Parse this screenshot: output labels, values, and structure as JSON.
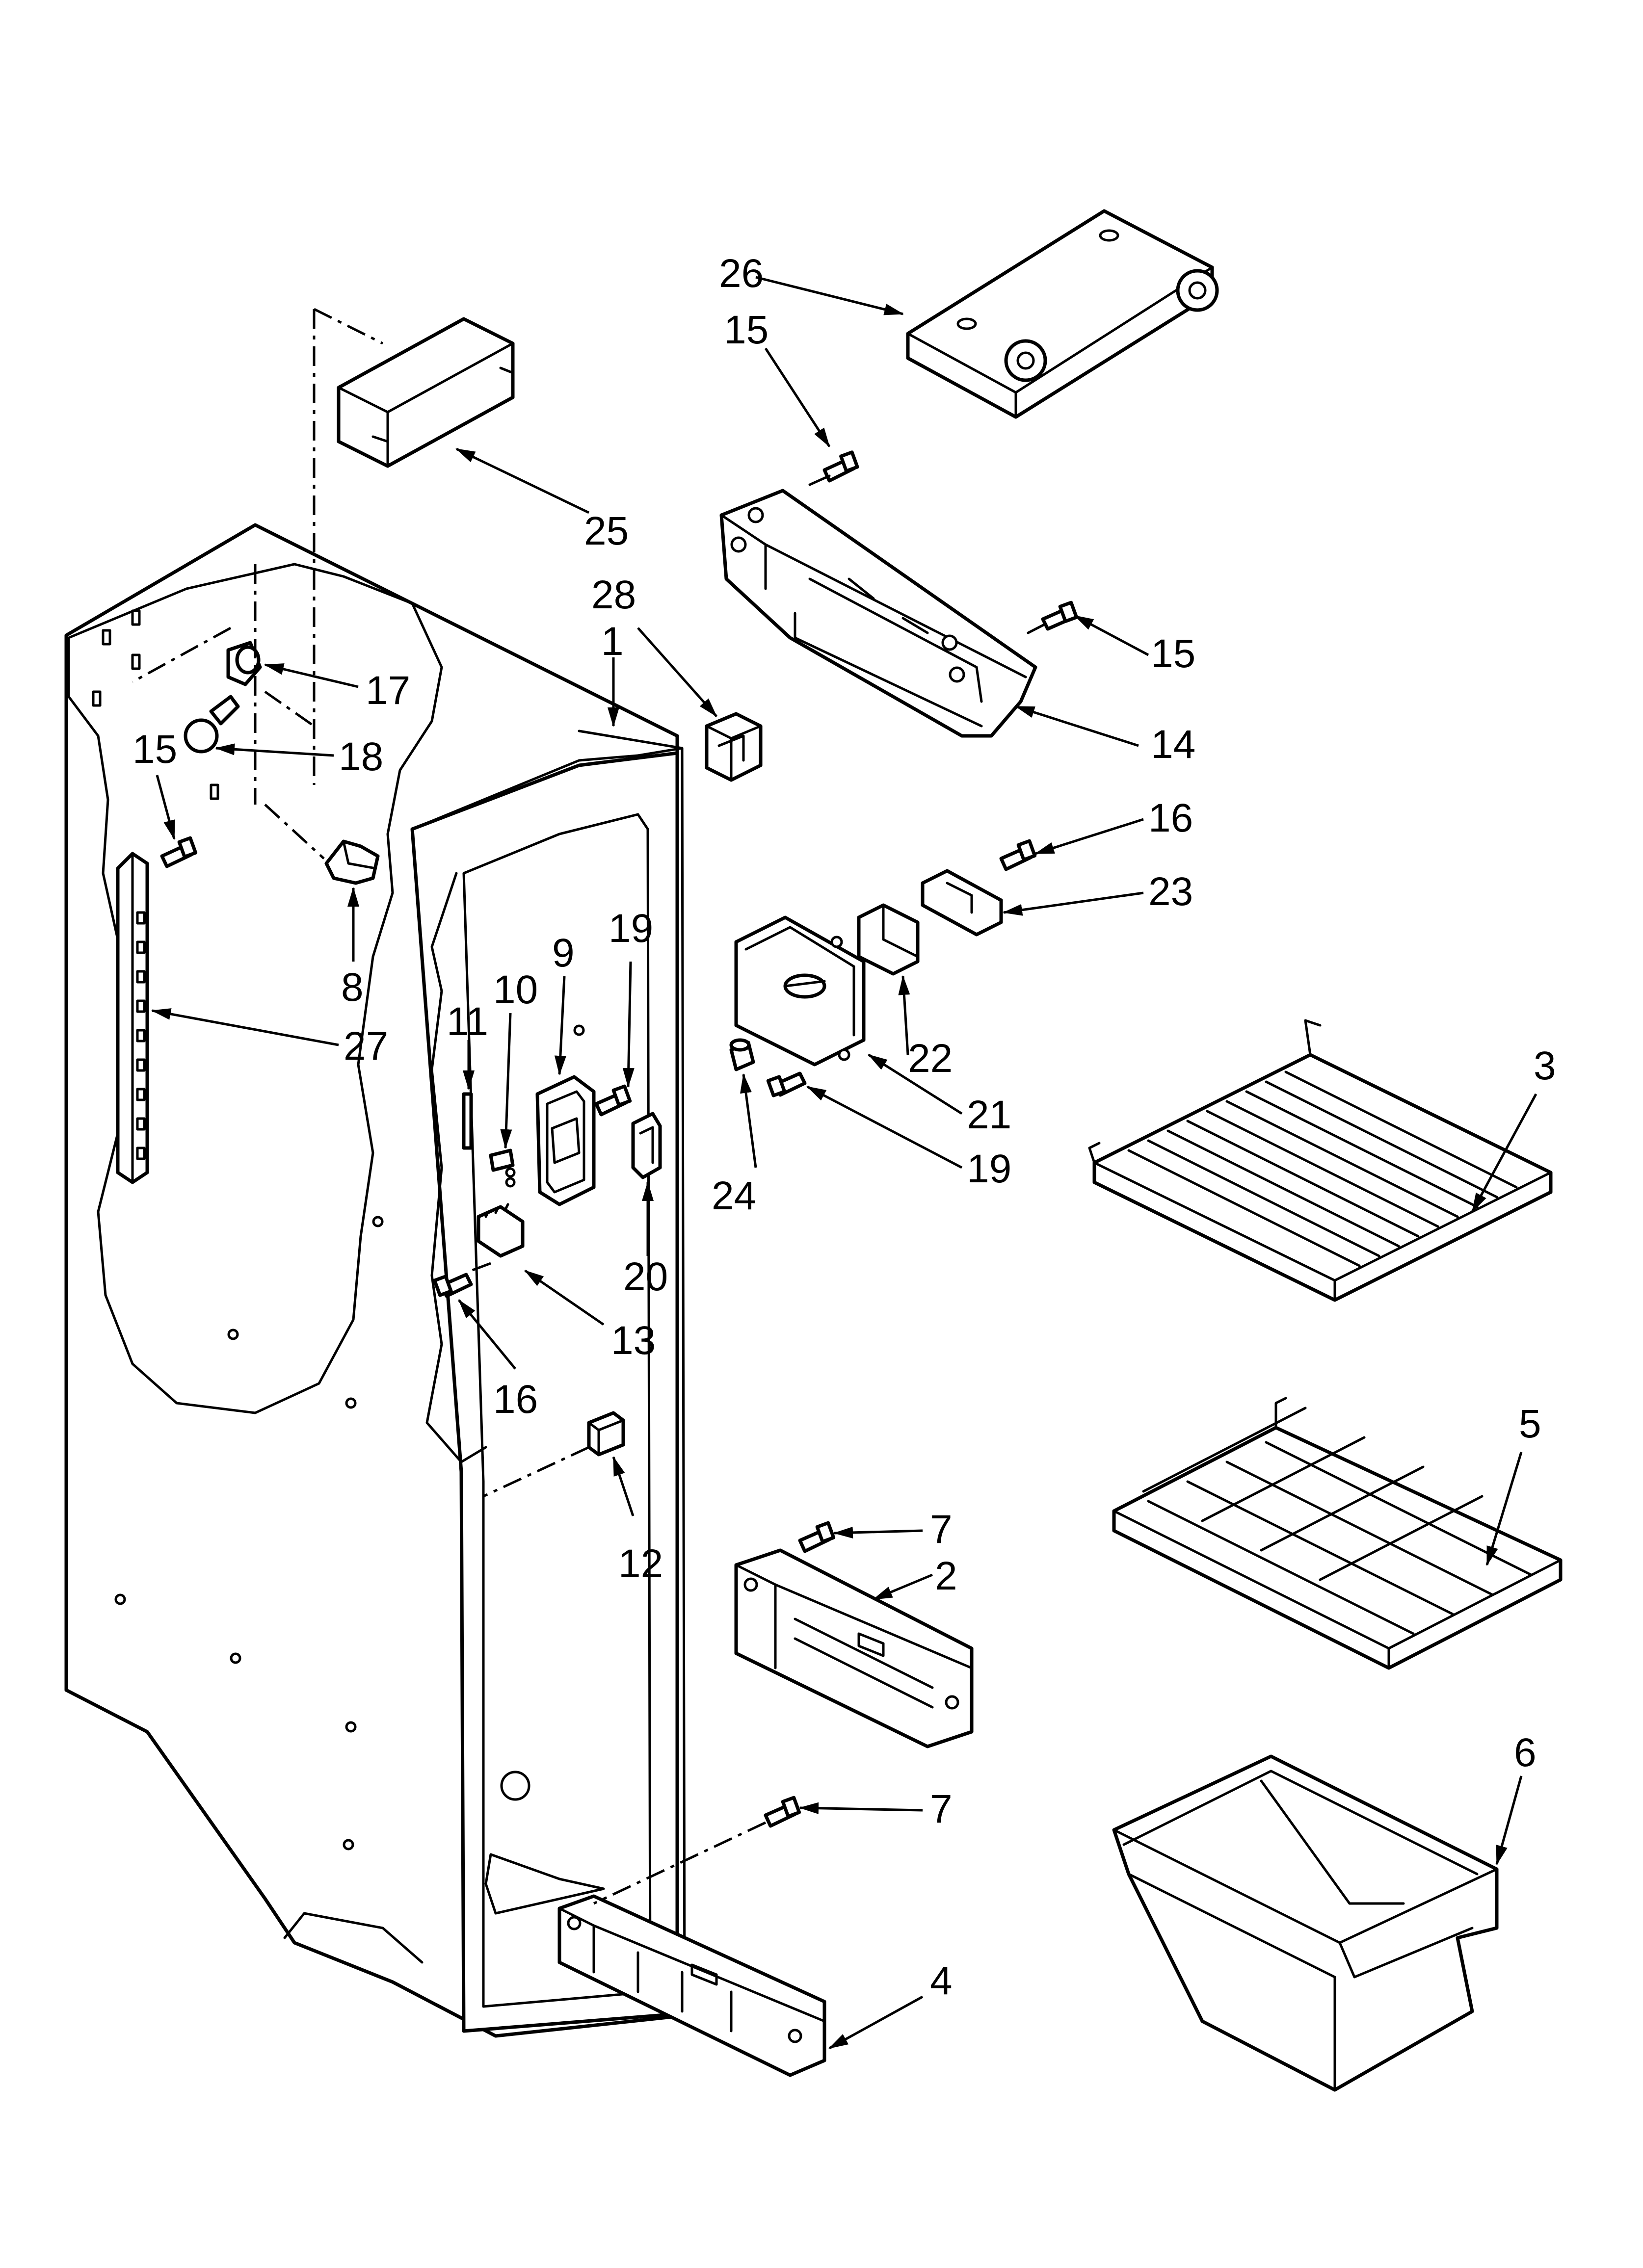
{
  "diagram": {
    "title": "",
    "callouts": [
      {
        "id": "c1",
        "label": "1"
      },
      {
        "id": "c2",
        "label": "2"
      },
      {
        "id": "c3",
        "label": "3"
      },
      {
        "id": "c4",
        "label": "4"
      },
      {
        "id": "c5",
        "label": "5"
      },
      {
        "id": "c6",
        "label": "6"
      },
      {
        "id": "c7a",
        "label": "7"
      },
      {
        "id": "c7b",
        "label": "7"
      },
      {
        "id": "c8",
        "label": "8"
      },
      {
        "id": "c9",
        "label": "9"
      },
      {
        "id": "c10",
        "label": "10"
      },
      {
        "id": "c11",
        "label": "11"
      },
      {
        "id": "c12",
        "label": "12"
      },
      {
        "id": "c13",
        "label": "13"
      },
      {
        "id": "c14",
        "label": "14"
      },
      {
        "id": "c15a",
        "label": "15"
      },
      {
        "id": "c15b",
        "label": "15"
      },
      {
        "id": "c15c",
        "label": "15"
      },
      {
        "id": "c16a",
        "label": "16"
      },
      {
        "id": "c16b",
        "label": "16"
      },
      {
        "id": "c17",
        "label": "17"
      },
      {
        "id": "c18",
        "label": "18"
      },
      {
        "id": "c19a",
        "label": "19"
      },
      {
        "id": "c19b",
        "label": "19"
      },
      {
        "id": "c20",
        "label": "20"
      },
      {
        "id": "c21",
        "label": "21"
      },
      {
        "id": "c22",
        "label": "22"
      },
      {
        "id": "c23",
        "label": "23"
      },
      {
        "id": "c24",
        "label": "24"
      },
      {
        "id": "c25",
        "label": "25"
      },
      {
        "id": "c26",
        "label": "26"
      },
      {
        "id": "c27",
        "label": "27"
      },
      {
        "id": "c28",
        "label": "28"
      }
    ]
  }
}
